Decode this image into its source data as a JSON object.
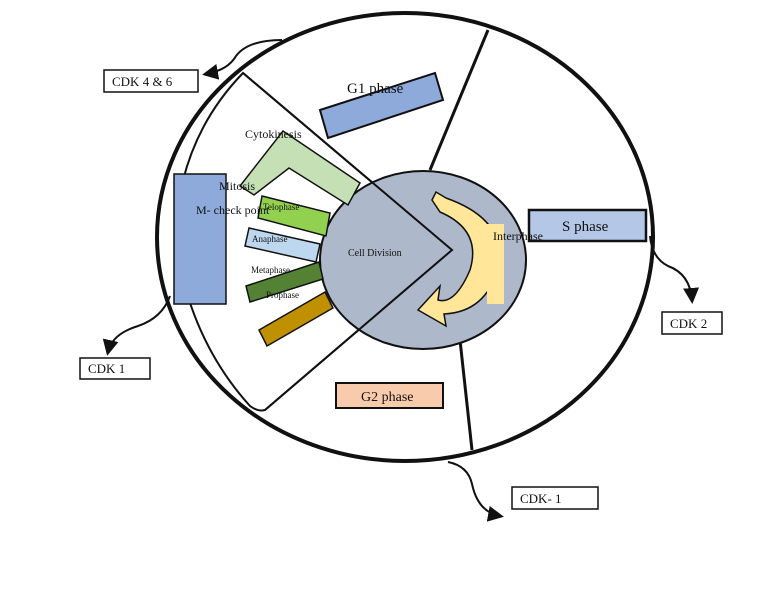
{
  "labels": {
    "g1_phase": "G1 phase",
    "s_phase": "S phase",
    "g2_phase": "G2 phase",
    "interphase": "Interphase",
    "cell_division": "Cell Division",
    "cytokinesis": "Cytokinesis",
    "mitosis": "Mitosis",
    "m_checkpoint": "M- check point",
    "telophase": "Telophase",
    "anaphase": "Anaphase",
    "metaphase": "Metaphase",
    "prophase": "Prophase"
  },
  "cdk_boxes": {
    "cdk_4_6": "CDK 4 & 6",
    "cdk_2": "CDK 2",
    "cdk_1_left": "CDK 1",
    "cdk_1_bottom": "CDK- 1"
  },
  "colors": {
    "g1_box": "#8eaadb",
    "s_box": "#b4c7e7",
    "g2_box": "#f8cbad",
    "m_checkpoint_box": "#8eaadb",
    "inner_circle": "#adb9ca",
    "cytokinesis_shape": "#c5e0b4",
    "telophase_bar": "#92d050",
    "anaphase_bar": "#bdd7ee",
    "metaphase_bar": "#548235",
    "prophase_bar": "#548235",
    "extra_bar": "#bf9000",
    "arrow_fill": "#ffe699",
    "interphase_bar": "#ffe699"
  }
}
